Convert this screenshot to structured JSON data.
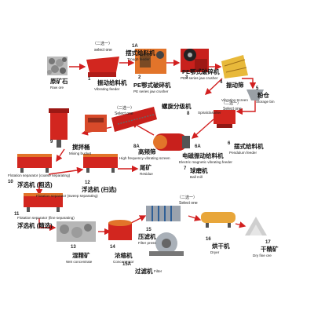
{
  "colors": {
    "flow_line": "#d21f1f",
    "machine_orange": "#e2742a",
    "machine_red": "#c8201c",
    "machine_gray": "#8f9398",
    "machine_blue": "#2f5f96",
    "machine_yellow": "#e8b93a"
  },
  "steps": [
    {
      "id": "raw",
      "zh": "原矿石",
      "en": "Raw ore"
    },
    {
      "id": "s1",
      "num": "1",
      "zh": "振动给料机",
      "en": "Vibrating feeder",
      "select": "（二选一）",
      "select_en": "select one"
    },
    {
      "id": "s1a",
      "num": "1A",
      "zh": "摆式给料机",
      "en": "Trough feeder"
    },
    {
      "id": "s2",
      "num": "2",
      "zh": "PE鄂式破碎机",
      "en": "PE series jaw crusher"
    },
    {
      "id": "s3",
      "num": "3",
      "zh": "PE鄂式破碎机",
      "en": "PEX series jaw crusher"
    },
    {
      "id": "s4",
      "num": "4",
      "zh": "振动筛",
      "en": "Vibrating Screen"
    },
    {
      "id": "s5",
      "num": "5",
      "zh": "粉仓",
      "en": "Storage bin"
    },
    {
      "id": "s6",
      "num": "6",
      "zh": "摆式给料机",
      "en": "Pendulum feeder",
      "select": "（二选一）",
      "select_en": "Select one"
    },
    {
      "id": "s6a",
      "num": "6A",
      "zh": "电磁振动给料机",
      "en": "Electric magnetic vibrating feeder"
    },
    {
      "id": "s7",
      "num": "7",
      "zh": "球磨机",
      "en": "Ball mill"
    },
    {
      "id": "s8",
      "num": "8",
      "zh": "螺旋分级机",
      "en": "Spiralclassifier",
      "select": "（二选一）",
      "select_en": "Select one"
    },
    {
      "id": "s8a",
      "num": "8A",
      "zh": "高频筛",
      "en": "High frequency vibrating screen"
    },
    {
      "id": "s9",
      "num": "9",
      "zh": "搅拌桶",
      "en": "Mixing bucket"
    },
    {
      "id": "s10",
      "num": "10",
      "zh": "浮选机 (粗选)",
      "en": "Flotation separator (coarse separating)"
    },
    {
      "id": "s12",
      "num": "12",
      "zh": "浮选机 (扫选)",
      "en": "Flotation separator (sweep separating)"
    },
    {
      "id": "tail",
      "zh": "尾矿",
      "en": "Residue"
    },
    {
      "id": "s11",
      "num": "11",
      "zh": "浮选机 (精选)",
      "en": "Flotation separator (fine separating)"
    },
    {
      "id": "s13",
      "num": "13",
      "zh": "湿精矿",
      "en": "Wet concentrate"
    },
    {
      "id": "s14",
      "num": "14",
      "zh": "浓缩机",
      "en": "Concentrator"
    },
    {
      "id": "s15",
      "num": "15",
      "zh": "压滤机",
      "en": "Filter press",
      "select": "（二选一）",
      "select_en": "Select one"
    },
    {
      "id": "s15a",
      "num": "15A",
      "zh": "过滤机",
      "en": "Filter"
    },
    {
      "id": "s16",
      "num": "16",
      "zh": "烘干机",
      "en": "Dryer"
    },
    {
      "id": "s17",
      "num": "17",
      "zh": "干精矿",
      "en": "Dry fine ore"
    }
  ]
}
